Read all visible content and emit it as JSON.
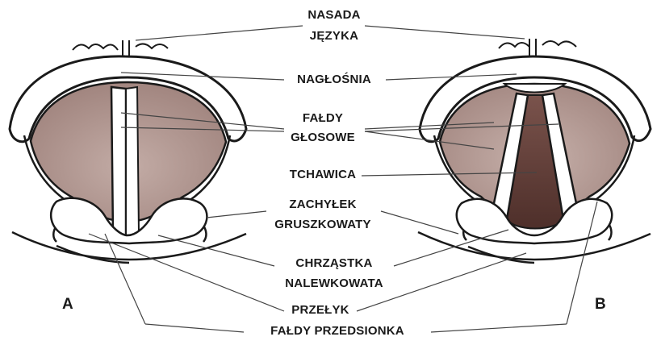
{
  "panels": {
    "a": "A",
    "b": "B"
  },
  "labels": {
    "nasada_1": "NASADA",
    "nasada_2": "JĘZYKA",
    "naglosnia": "NAGŁOŚNIA",
    "faldy_1": "FAŁDY",
    "faldy_2": "GŁOSOWE",
    "tchawica": "TCHAWICA",
    "zachylek_1": "ZACHYŁEK",
    "zachylek_2": "GRUSZKOWATY",
    "chrzastka_1": "CHRZĄSTKA",
    "chrzastka_2": "NALEWKOWATA",
    "przelyk": "PRZEŁYK",
    "przedsionek": "FAŁDY PRZEDSIONKA"
  },
  "colors": {
    "outline": "#1a1a1a",
    "fold_tissue": "#a88a84",
    "fold_tissue_light": "#c9b3ad",
    "trachea": "#5e3a34",
    "leader": "#555555"
  }
}
